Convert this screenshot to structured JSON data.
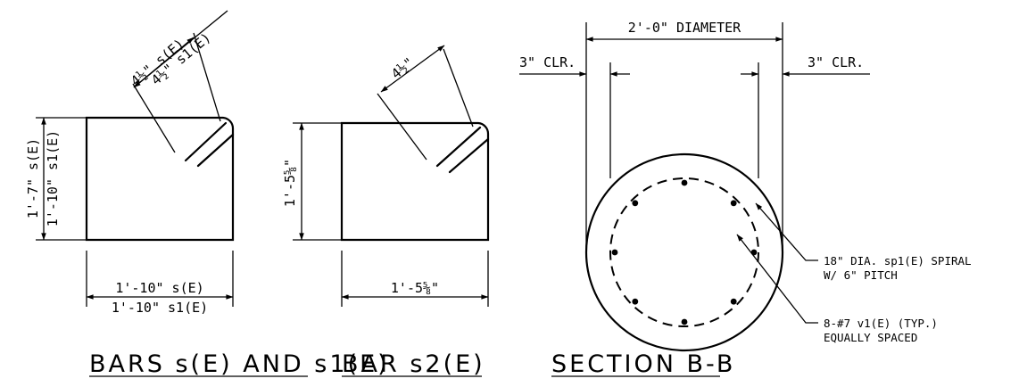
{
  "bars_s": {
    "dim_45a": "4½\" s(E)",
    "dim_45b": "4½\" s1(E)",
    "height_s": "1'-7\" s(E)",
    "height_s1": "1'-10\" s1(E)",
    "width_s": "1'-10\" s(E)",
    "width_s1": "1'-10\" s1(E)",
    "title": "BARS s(E) AND s1(E)"
  },
  "bar_s2": {
    "dim_45": "4½\"",
    "height": "1'-5⅝\"",
    "width": "1'-5⅝\"",
    "title": "BAR s2(E)"
  },
  "section": {
    "diameter": "2'-0\" DIAMETER",
    "clr_left": "3\" CLR.",
    "clr_right": "3\" CLR.",
    "spiral_line1": "18\" DIA. sp1(E) SPIRAL",
    "spiral_line2": "W/ 6\" PITCH",
    "bars_line1": "8-#7 v1(E) (TYP.)",
    "bars_line2": "EQUALLY SPACED",
    "title": "SECTION B-B",
    "bar_count": 8
  }
}
